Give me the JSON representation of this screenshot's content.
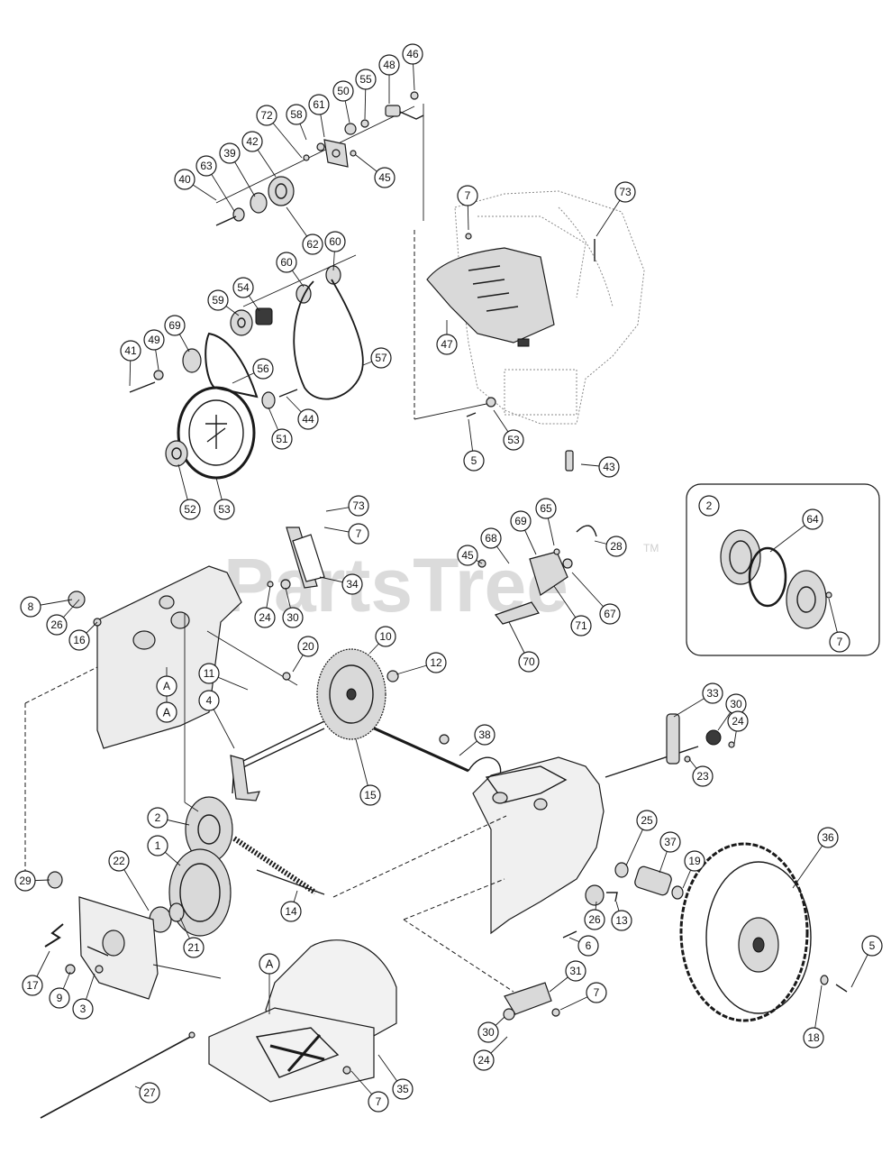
{
  "watermark": {
    "text": "PartsTree",
    "trademark": "TM",
    "color": "#cfcfcf"
  },
  "inset": {
    "label": "2",
    "callouts": [
      "64",
      "7"
    ]
  },
  "reference_markers": [
    "A",
    "A"
  ],
  "callouts": [
    "46",
    "48",
    "55",
    "50",
    "61",
    "58",
    "72",
    "42",
    "45",
    "40",
    "63",
    "39",
    "62",
    "60",
    "60",
    "54",
    "59",
    "69",
    "49",
    "41",
    "56",
    "57",
    "44",
    "51",
    "52",
    "53",
    "7",
    "73",
    "47",
    "5",
    "53",
    "43",
    "73",
    "7",
    "34",
    "8",
    "26",
    "16",
    "24",
    "30",
    "20",
    "A",
    "45",
    "68",
    "69",
    "65",
    "28",
    "67",
    "71",
    "70",
    "10",
    "12",
    "11",
    "4",
    "15",
    "38",
    "33",
    "30",
    "24",
    "23",
    "2",
    "1",
    "22",
    "29",
    "21",
    "14",
    "17",
    "9",
    "3",
    "36",
    "25",
    "37",
    "19",
    "26",
    "13",
    "6",
    "5",
    "18",
    "31",
    "7",
    "30",
    "24",
    "27",
    "7",
    "35"
  ]
}
